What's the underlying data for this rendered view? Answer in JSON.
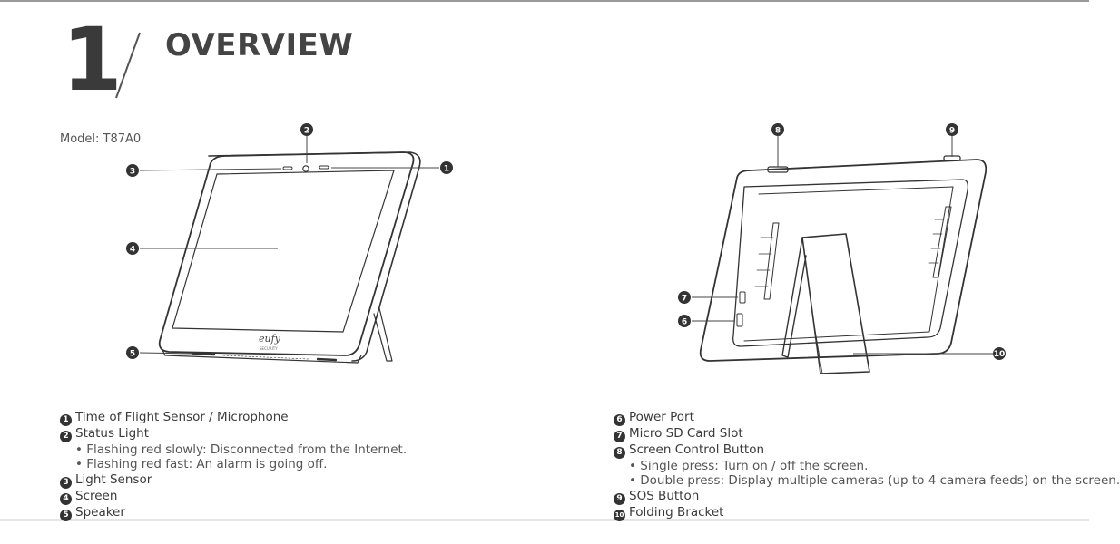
{
  "section": {
    "number": "1",
    "title": "OVERVIEW"
  },
  "model": "Model: T87A0",
  "device_logo": {
    "brand": "eufy",
    "sub": "SECURITY"
  },
  "callouts": [
    "1",
    "2",
    "3",
    "4",
    "5",
    "6",
    "7",
    "8",
    "9",
    "10"
  ],
  "left_legend": [
    {
      "n": "1",
      "label": "Time of Flight Sensor / Microphone"
    },
    {
      "n": "2",
      "label": "Status Light"
    },
    {
      "sub": "• Flashing red slowly: Disconnected from the Internet."
    },
    {
      "sub": "• Flashing red fast: An alarm is going off."
    },
    {
      "n": "3",
      "label": "Light Sensor"
    },
    {
      "n": "4",
      "label": "Screen"
    },
    {
      "n": "5",
      "label": "Speaker"
    }
  ],
  "right_legend": [
    {
      "n": "6",
      "label": "Power Port"
    },
    {
      "n": "7",
      "label": "Micro SD Card Slot"
    },
    {
      "n": "8",
      "label": "Screen Control Button"
    },
    {
      "sub": "• Single press: Turn on / off the screen."
    },
    {
      "sub": "• Double press: Display multiple cameras (up to 4 camera feeds) on the screen."
    },
    {
      "n": "9",
      "label": "SOS Button"
    },
    {
      "n": "10",
      "label": "Folding Bracket"
    }
  ]
}
